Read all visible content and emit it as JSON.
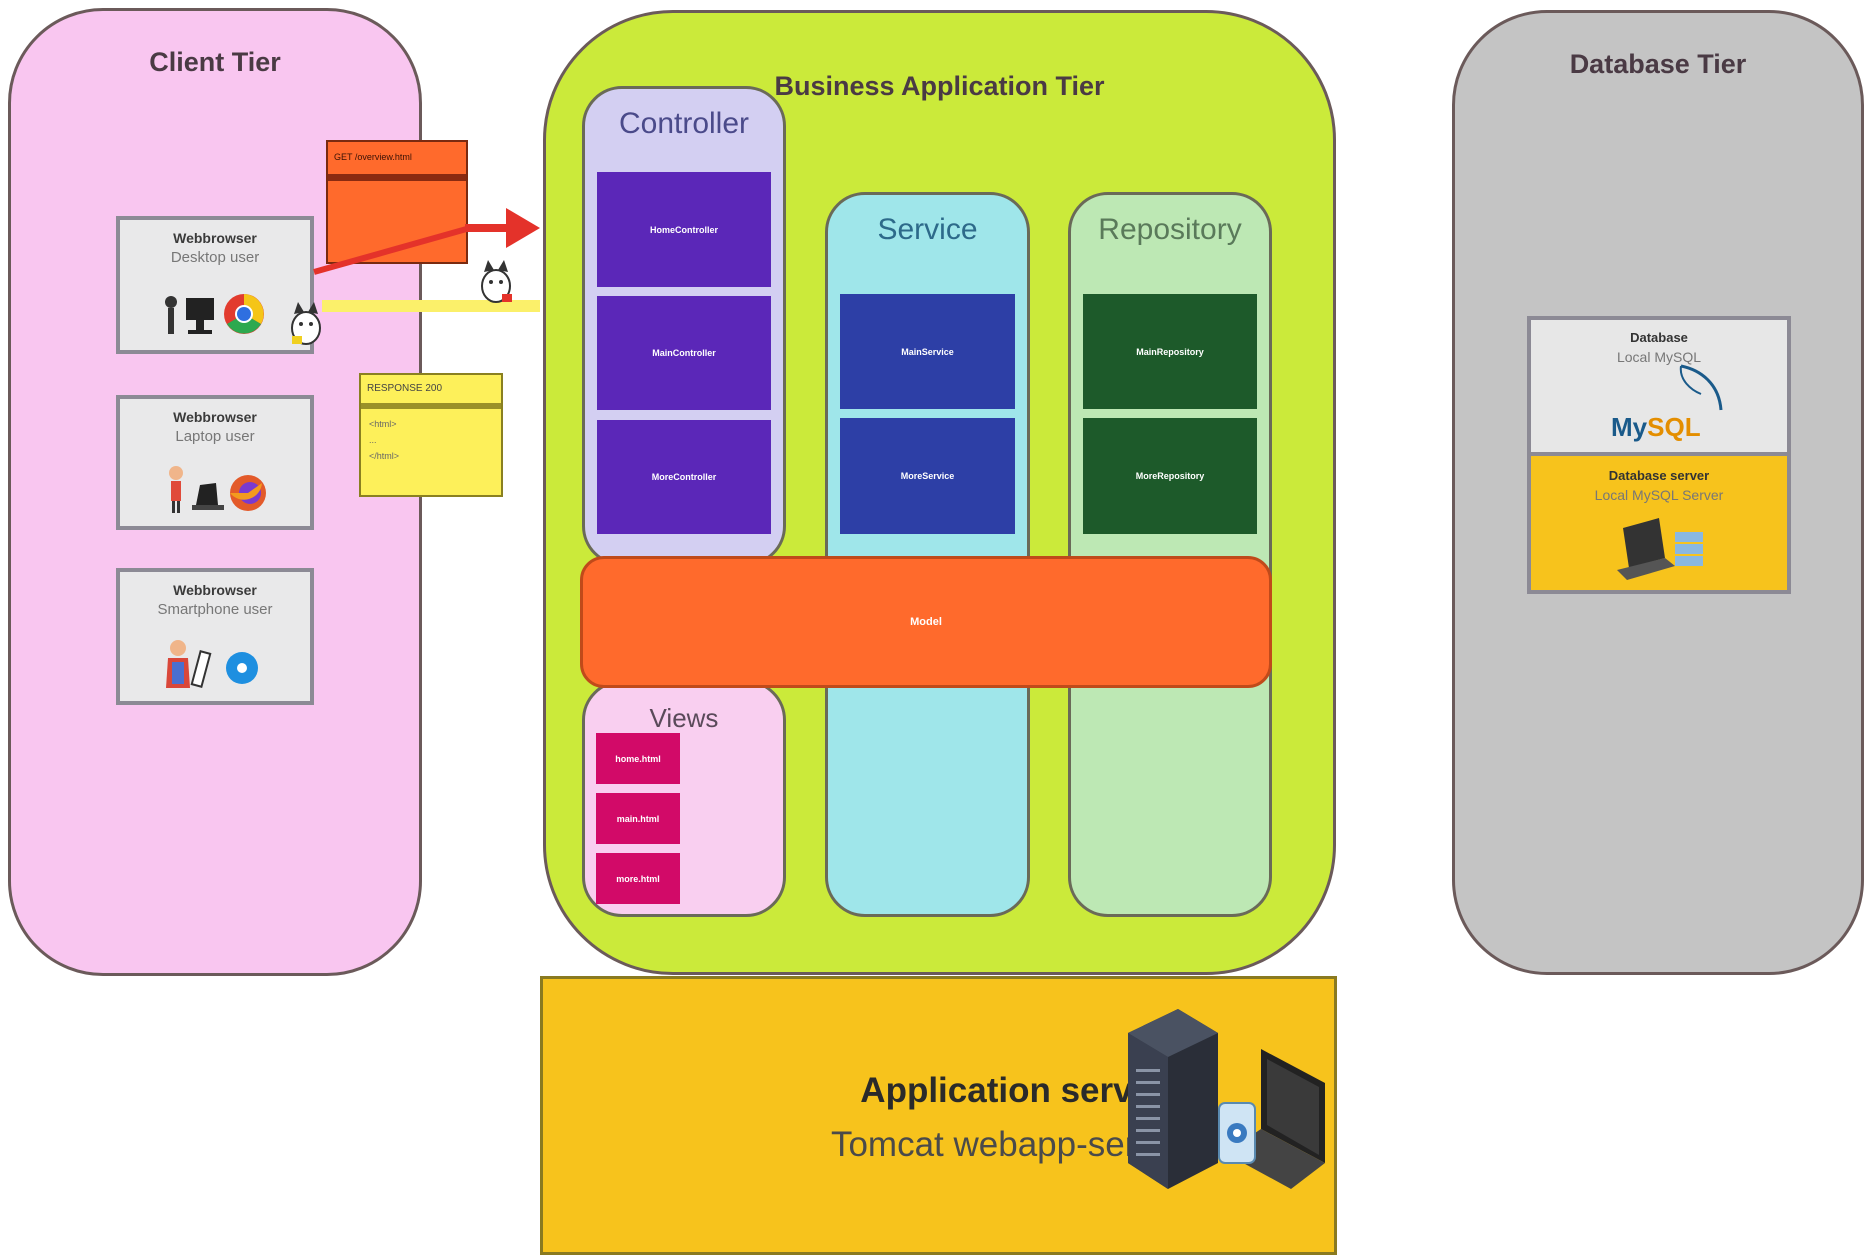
{
  "client_tier": {
    "title": "Client Tier",
    "browsers": [
      {
        "title": "Webbrowser",
        "subtitle": "Desktop user"
      },
      {
        "title": "Webbrowser",
        "subtitle": "Laptop user"
      },
      {
        "title": "Webbrowser",
        "subtitle": "Smartphone user"
      }
    ]
  },
  "request_box": {
    "label": "GET /overview.html"
  },
  "response_box": {
    "header": "RESPONSE 200",
    "lines": [
      "<html>",
      "...",
      "</html>"
    ]
  },
  "business_tier": {
    "title": "Business Application Tier",
    "controller": {
      "title": "Controller",
      "items": [
        "HomeController",
        "MainController",
        "MoreController"
      ]
    },
    "service": {
      "title": "Service",
      "items": [
        "MainService",
        "MoreService"
      ]
    },
    "repository": {
      "title": "Repository",
      "items": [
        "MainRepository",
        "MoreRepository"
      ]
    },
    "model": {
      "label": "Model"
    },
    "views": {
      "title": "Views",
      "items": [
        "home.html",
        "main.html",
        "more.html"
      ]
    }
  },
  "database_tier": {
    "title": "Database Tier",
    "database": {
      "title": "Database",
      "subtitle": "Local MySQL",
      "logo_text_a": "My",
      "logo_text_b": "SQL"
    },
    "db_server": {
      "title": "Database server",
      "subtitle": "Local MySQL Server"
    }
  },
  "app_server": {
    "title": "Application server",
    "subtitle": "Tomcat webapp-server"
  },
  "colors": {
    "client_bg": "#f9c6f0",
    "business_bg": "#cbea3a",
    "database_bg": "#c4c4c4",
    "controller_bg": "#d3cff2",
    "service_bg": "#9fe6ea",
    "repository_bg": "#bde8b4",
    "views_bg": "#f9cff0",
    "model": "#ff6a2c",
    "app_server": "#f7c31c",
    "controller_item": "#5b27b8",
    "service_item": "#2d3fa6",
    "repository_item": "#1d5a2a",
    "view_item": "#d20a68"
  }
}
